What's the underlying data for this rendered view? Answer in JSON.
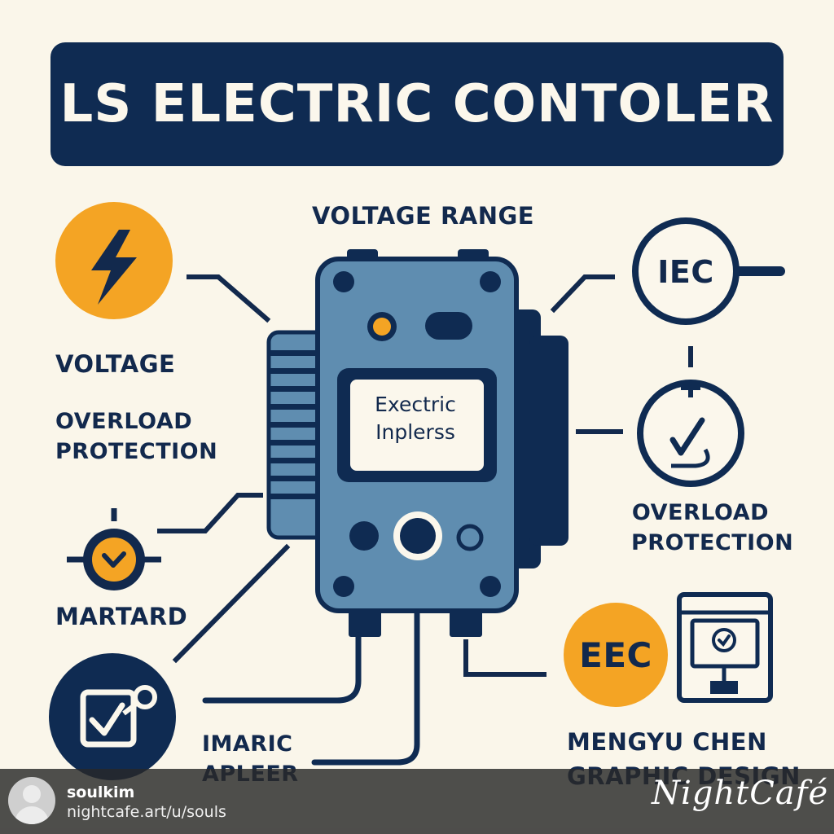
{
  "title": "LS ELECTRIC CONTOLER",
  "top_label": "VOLTAGE RANGE",
  "left_labels": {
    "voltage": "VOLTAGE",
    "overload_line1": "OVERLOAD",
    "overload_line2": "PROTECTION",
    "martard": "MARTARD",
    "imaric": "IMARIC",
    "apleer": "APLEER"
  },
  "right_labels": {
    "iec": "IEC",
    "overload_line1": "OVERLOAD",
    "overload_line2": "PROTECTION",
    "eec": "EEC",
    "credit_line1": "MENGYU CHEN",
    "credit_line2": "GRAPHIC DESIGN"
  },
  "device": {
    "screen_line1": "Exectric",
    "screen_line2": "Inplerss"
  },
  "colors": {
    "navy": "#0f2b52",
    "device_blue": "#5f8db0",
    "accent_orange": "#f4a424",
    "background": "#faf6ea"
  },
  "icons": [
    "lightning-icon",
    "check-dial-icon",
    "checklist-icon",
    "iec-circle-icon",
    "check-timer-icon",
    "monitor-check-icon"
  ],
  "footer": {
    "username": "soulkim",
    "url": "nightcafe.art/u/souls",
    "brand": "NightCafé"
  }
}
